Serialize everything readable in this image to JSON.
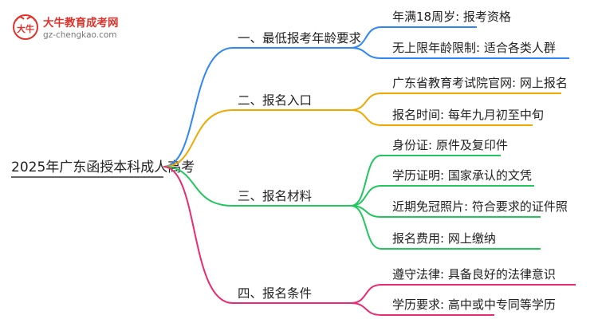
{
  "logo": {
    "title": "大牛教育成考网",
    "url": "gz-chengkao.com",
    "mark_text": "大牛"
  },
  "root": {
    "label": "2025年广东函授本科成人高考"
  },
  "branches": [
    {
      "label": "一、最低报考年龄要求",
      "color": "#2f86f6",
      "leaves": [
        "年满18周岁: 报考资格",
        "无上限年龄限制: 适合各类人群"
      ]
    },
    {
      "label": "二、报名入口",
      "color": "#f0a800",
      "leaves": [
        "广东省教育考试院官网: 网上报名",
        "报名时间: 每年九月初至中旬"
      ]
    },
    {
      "label": "三、报名材料",
      "color": "#22c55e",
      "leaves": [
        "身份证: 原件及复印件",
        "学历证明: 国家承认的文凭",
        "近期免冠照片: 符合要求的证件照",
        "报名费用: 网上缴纳"
      ]
    },
    {
      "label": "四、报名条件",
      "color": "#ea2a72",
      "leaves": [
        "遵守法律: 具备良好的法律意识",
        "学历要求: 高中或中专同等学历"
      ]
    }
  ]
}
